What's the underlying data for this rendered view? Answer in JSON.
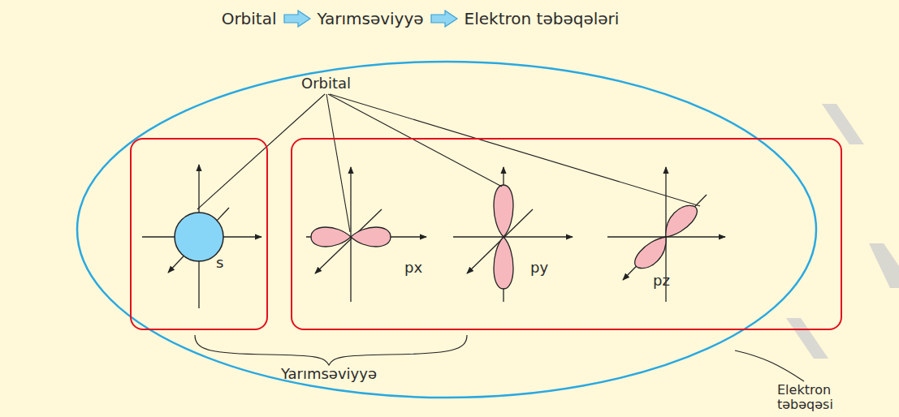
{
  "diagram": {
    "nodes": [
      {
        "text": [
          "Elektron təbəqəsi"
        ]
      },
      {
        "text": [
          "s"
        ],
        "in": 0
      },
      {
        "text": [
          "px",
          "py",
          "pz"
        ],
        "in": 0
      }
    ],
    "labels": [
      "Orbital",
      "Yarımsəviyyə",
      "Elektron təbəqələri",
      "Orbital",
      "Yarımsəviyyə"
    ]
  }
}
